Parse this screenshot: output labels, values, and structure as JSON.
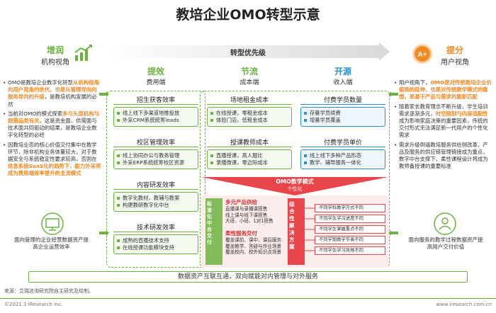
{
  "title": "教培企业OMO转型示意",
  "priority_label": "转型优先级",
  "left": {
    "title": "增润",
    "subtitle": "机构视角",
    "bullets": [
      {
        "pre": "OMO是教培企业数字化转型",
        "hl": "从机构视角向用户视角的迭代，也是从管理导向向服务导向的升级",
        "post": "，是教培机构发展的必然"
      },
      {
        "pre": "当前对OMO的模式探索",
        "hl": "多与头部机构与刚需品类有关",
        "post": "，这是资金面、供需面与技术面共同驱动的结果，是教培企业数字化转型的必经"
      },
      {
        "pre": "因教培业态的核心价值交付集中在教学环节，除非机构业务体量较大，对于数据安全与系统稳定性要求较高，否则在",
        "hl": "信息系统SaaS化的趋势下，能力外采将成为费用端效率提升的主流模式",
        "post": ""
      }
    ],
    "bottom_note": "面向管理的企业经营数据资产提高企业运营效率"
  },
  "right": {
    "title": "提分",
    "subtitle": "用户视角",
    "bullets": [
      {
        "pre": "用户视角下，",
        "hl": "OMO是对传统教培企业价值链的延伸，也是对传统教学模式的重塑，是基于产品与需求的重新匹配",
        "post": ""
      },
      {
        "pre": "随着家长教育理念不断升级，学生培训需求逐渐多元，",
        "hl": "时空限制与内容适配性",
        "post": "成为影响家庭决策的重要因素，传统的交付形式无法满足新一代用户的个性化需求"
      },
      {
        "pre": "需求升级倒逼教培服务供给侧改革，产品及服务的供应链管理链接成为重点，数字中台支撑下，柔性课程设计将成为教师备授课的重要标准",
        "hl": "",
        "post": ""
      }
    ],
    "bottom_note": "面向服务的教学过程数据资产提高用户交付价值"
  },
  "columns": [
    {
      "head": "提效",
      "sub": "费用端"
    },
    {
      "head": "节流",
      "sub": "成本端"
    },
    {
      "head": "开源",
      "sub": "收入端"
    }
  ],
  "efficiency": [
    {
      "title": "招生获客效率",
      "items": [
        "线上线下多渠道地推投放",
        "外采CRM系统统筹leads"
      ]
    },
    {
      "title": "校区管理效率",
      "items": [
        "线上协同办公与教务管理",
        "外采ERP系统统筹校区资源"
      ]
    },
    {
      "title": "内容研发效率",
      "items": [
        "数字化教材，教辅与教案",
        "构建教研数字化中台"
      ]
    },
    {
      "title": "技术研发效率",
      "items": [
        "成熟的直播技术支持",
        "在线授课功能模块支持"
      ]
    }
  ],
  "cost": [
    {
      "title": "场地租金成本",
      "items": [
        "在线授课，零租金成本",
        "体验门店，低租金成本"
      ]
    },
    {
      "title": "授课教师成本",
      "items": [
        "直播授课，高人服比",
        "录播微课，零边际成本"
      ]
    }
  ],
  "revenue": [
    {
      "title": "付费学员数量",
      "items": [
        "存量学员续费",
        "增量学员覆盖"
      ]
    },
    {
      "title": "付费学员单价",
      "items": [
        "线上线下多种产品形态",
        "教学、辅导服务一体化"
      ]
    }
  ],
  "omo": {
    "title": "OMO教学模式",
    "subtitle": "个性化",
    "left_arrow": "标准化中台交付",
    "center_label": "综合性解决方案",
    "supply_head": "多元产品供给",
    "supply_lines": [
      "直播课与录播课搭售",
      "线上课与线下课搭售",
      "大班、小班、1对1搭售"
    ],
    "service_head": "柔性服务交付",
    "service_lines": [
      "覆盖课前、课中、课后服务",
      "覆盖教学、答疑与作业场景",
      "覆盖校内、校外知识点场景"
    ],
    "needs": [
      "不同学科教学方式不同",
      "不同学生学习进度不同",
      "不同学生掌握重点不同",
      "不同学期教学节奏不同",
      "不同学生学习风格不同"
    ]
  },
  "bottom_bar": "数据资产互联互通，双向赋能对内管理与对外服务",
  "footer": {
    "source": "来源：艾瑞咨询研究院自主研究及绘制。",
    "copyright": "©2021.3 iResearch Inc.",
    "site": "www.iresearch.com.cn"
  },
  "colors": {
    "green": "#6cb33f",
    "blue": "#2f8fce",
    "orange": "#f08a24",
    "red": "#e03030"
  }
}
